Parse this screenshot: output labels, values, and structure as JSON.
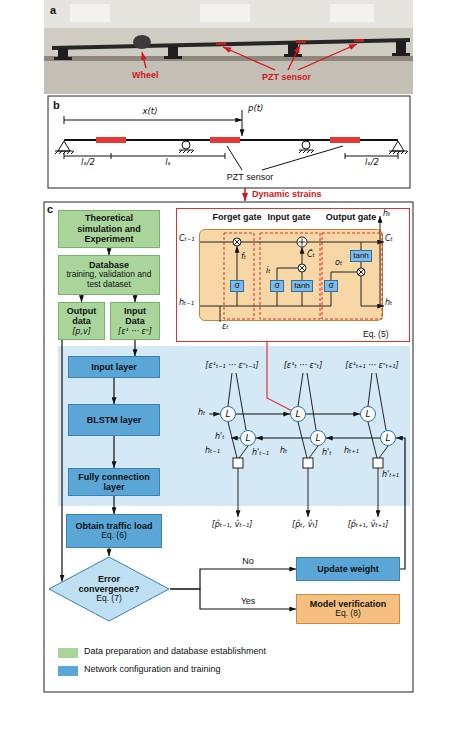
{
  "diagram": {
    "nodes": [
      {
        "text": [
          "Theoretical simulation and Experiment"
        ]
      },
      {
        "text": [
          "Database",
          "training, validation and test dataset"
        ]
      },
      {
        "text": [
          "Output data",
          "[p,v]"
        ]
      },
      {
        "text": [
          "Input Data",
          "[ε¹ ··· εˢ]"
        ]
      },
      {
        "text": [
          "Forget gate",
          "Input gate",
          "Output gate",
          "Eq. (5)"
        ]
      },
      {
        "text": [
          "fₜ",
          "iₜ",
          "C̃ₜ",
          "oₜ"
        ],
        "in": 4
      },
      {
        "text": [
          "σ"
        ],
        "in": 5
      },
      {
        "text": [
          "σ"
        ],
        "in": 5
      },
      {
        "text": [
          "tanh"
        ],
        "in": 5
      },
      {
        "text": [
          "σ"
        ],
        "in": 5
      },
      {
        "text": [
          "tanh"
        ],
        "in": 5
      },
      {
        "text": [
          "Input layer"
        ]
      },
      {
        "text": [
          "BLSTM layer"
        ]
      },
      {
        "text": [
          "L"
        ]
      },
      {
        "text": [
          "L"
        ]
      },
      {
        "text": [
          "L"
        ]
      },
      {
        "text": [
          "L"
        ]
      },
      {
        "text": [
          "L"
        ]
      },
      {
        "text": [
          "L"
        ]
      },
      {
        "text": [
          "Fully connection layer"
        ]
      },
      {
        "text": [
          "Obtain traffic load",
          "Eq. (6)"
        ]
      },
      {
        "text": [
          "Error convergence?",
          "Eq. (7)"
        ]
      },
      {
        "text": [
          "Update weight"
        ]
      },
      {
        "text": [
          "Model verification",
          "Eq. (8)"
        ]
      }
    ],
    "edges": [
      {
        "from": 0,
        "to": 1,
        "arrow": "to"
      },
      {
        "from": 1,
        "to": 2,
        "arrow": "to"
      },
      {
        "from": 1,
        "to": 3,
        "arrow": "to"
      },
      {
        "from": 3,
        "to": 11,
        "arrow": "to"
      },
      {
        "from": 11,
        "to": 12,
        "arrow": "to"
      },
      {
        "from": 12,
        "to": 19,
        "arrow": "to"
      },
      {
        "from": 19,
        "to": 20,
        "arrow": "to"
      },
      {
        "from": 20,
        "to": 21,
        "arrow": "to"
      },
      {
        "from": 2,
        "to": 21,
        "arrow": "to"
      },
      {
        "from": 21,
        "to": 22,
        "label": "No",
        "arrow": "to"
      },
      {
        "from": 21,
        "to": 23,
        "label": "Yes",
        "arrow": "to"
      },
      {
        "from": 22,
        "to": 18,
        "arrow": "to"
      },
      {
        "from": 13,
        "to": 14,
        "arrow": "to"
      },
      {
        "from": 14,
        "to": 15,
        "arrow": "to"
      },
      {
        "from": 18,
        "to": 17,
        "arrow": "to"
      },
      {
        "from": 17,
        "to": 16,
        "arrow": "to"
      },
      {
        "from": 4,
        "to": 14,
        "arrow": "none"
      }
    ],
    "labels": [
      "a",
      "Wheel",
      "PZT sensor",
      "b",
      "x(t)",
      "p(t)",
      "lₛ/2",
      "lₛ",
      "lₛ/2",
      "PZT sensor",
      "Dynamic strains",
      "c",
      "Cₜ₋₁",
      "hₜ₋₁",
      "εₜ",
      "Cₜ",
      "hₜ",
      "hₜ",
      "[ε¹ₜ₋₁ ··· εˢₜ₋₁]",
      "[ε¹ₜ ··· εˢₜ]",
      "[ε¹ₜ₊₁ ··· εˢₜ₊₁]",
      "hₜ",
      "h'ₜ",
      "hₜ₋₁",
      "h'ₜ₋₁",
      "hₜ",
      "h'ₜ",
      "hₜ₊₁",
      "h'ₜ₊₁",
      "[p̂ₜ₋₁, v̂ₜ₋₁]",
      "[p̂ₜ, v̂ₜ]",
      "[p̂ₜ₊₁, v̂ₜ₊₁]"
    ],
    "legend": [
      {
        "text": "Data preparation and database establishment",
        "color": "#a9d59b"
      },
      {
        "text": "Network configuration and training",
        "color": "#5aa6d6"
      }
    ]
  }
}
